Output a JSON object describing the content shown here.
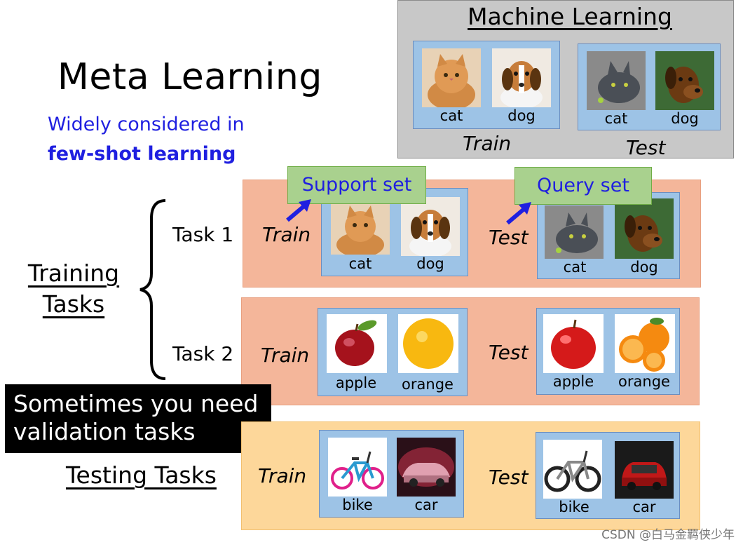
{
  "title": "Meta Learning",
  "subtitle_line1": "Widely considered in",
  "subtitle_line2": "few-shot learning",
  "machine_learning": {
    "heading": "Machine Learning",
    "train_label": "Train",
    "test_label": "Test",
    "train_items": [
      "cat",
      "dog"
    ],
    "test_items": [
      "cat",
      "dog"
    ]
  },
  "training_tasks_heading_line1": "Training",
  "training_tasks_heading_line2": "Tasks",
  "testing_tasks_heading": "Testing Tasks",
  "support_set": "Support set",
  "query_set": "Query set",
  "tasks": [
    {
      "name": "Task 1",
      "train_label": "Train",
      "test_label": "Test",
      "train_items": [
        "cat",
        "dog"
      ],
      "test_items": [
        "cat",
        "dog"
      ]
    },
    {
      "name": "Task 2",
      "train_label": "Train",
      "test_label": "Test",
      "train_items": [
        "apple",
        "orange"
      ],
      "test_items": [
        "apple",
        "orange"
      ]
    }
  ],
  "testing_task": {
    "train_label": "Train",
    "test_label": "Test",
    "train_items": [
      "bike",
      "car"
    ],
    "test_items": [
      "bike",
      "car"
    ]
  },
  "callout": {
    "line1": "Sometimes you need",
    "line2": "validation tasks"
  },
  "watermark": "CSDN @白马金羁侠少年"
}
